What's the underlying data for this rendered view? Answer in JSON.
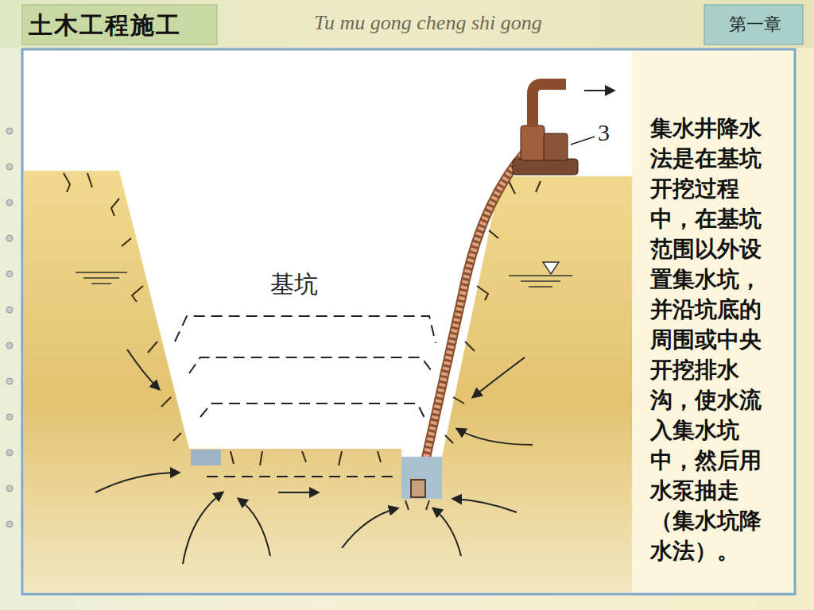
{
  "diagram": {
    "title": "土木工程施工",
    "labels": [
      "Tu mu gong cheng shi gong",
      "第一章",
      "基坑",
      "3",
      "集水井降水法是在基坑开挖过程中，在基坑范围以外设置集水坑，并沿坑底的周围或中央开挖排水沟，使水流入集水坑中，然后用水泵抽走（集水坑降水法）。"
    ]
  }
}
